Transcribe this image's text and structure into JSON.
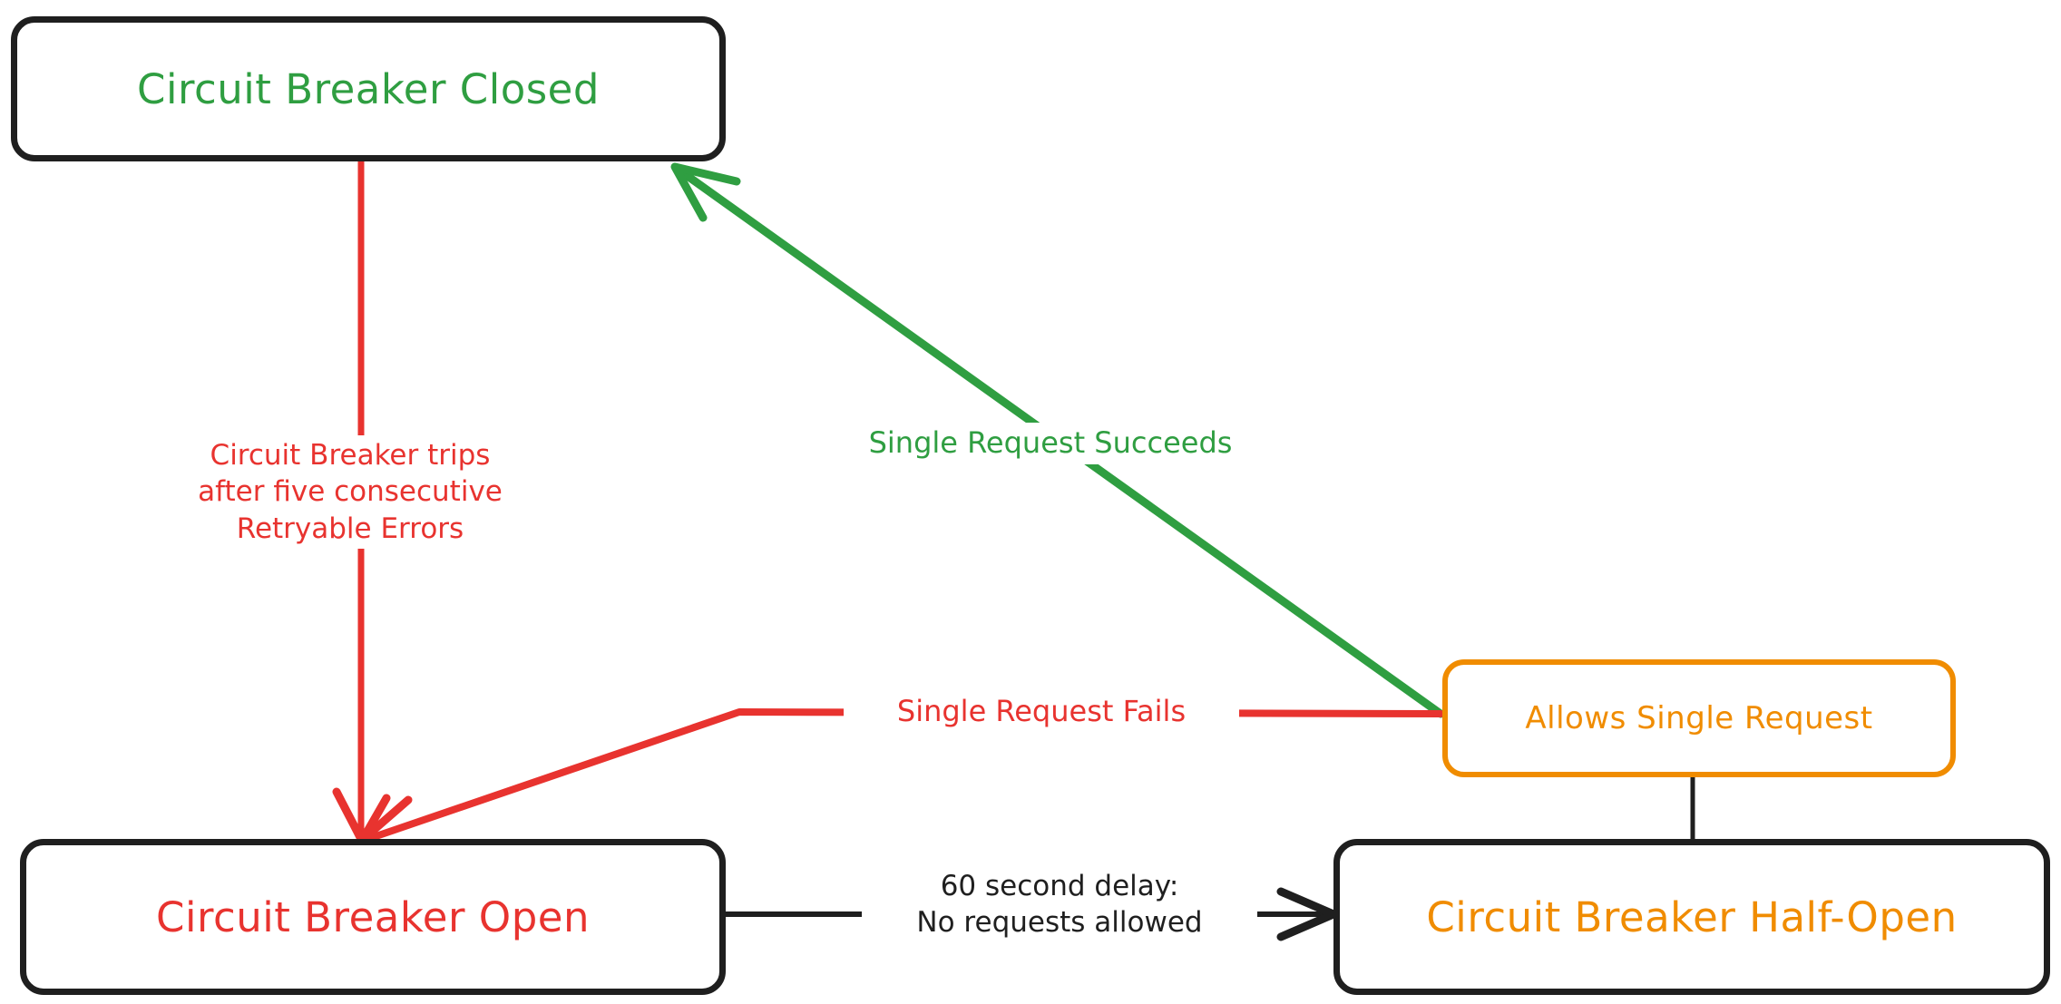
{
  "diagram": {
    "type": "state-machine",
    "title": "Circuit Breaker state transitions",
    "background_color": "#ffffff"
  },
  "colors": {
    "green": "#2f9e41",
    "red": "#e8332f",
    "orange": "#f08c00",
    "black": "#1f1f1f",
    "white": "#ffffff"
  },
  "nodes": [
    {
      "id": "closed",
      "label": "Circuit Breaker Closed",
      "text_color": "#2f9e41",
      "border_color": "#1f1f1f",
      "shape": "rounded-rectangle"
    },
    {
      "id": "open",
      "label": "Circuit Breaker Open",
      "text_color": "#e8332f",
      "border_color": "#1f1f1f",
      "shape": "rounded-rectangle"
    },
    {
      "id": "allows",
      "label": "Allows Single Request",
      "text_color": "#f08c00",
      "border_color": "#f08c00",
      "shape": "rounded-rectangle"
    },
    {
      "id": "halfopen",
      "label": "Circuit Breaker Half-Open",
      "text_color": "#f08c00",
      "border_color": "#1f1f1f",
      "shape": "rounded-rectangle"
    }
  ],
  "edges": [
    {
      "id": "closed-to-open",
      "from": "closed",
      "to": "open",
      "label": "Circuit Breaker trips\nafter five consecutive\nRetryable Errors",
      "color": "#e8332f",
      "arrowhead": true,
      "style": "straight-vertical"
    },
    {
      "id": "allows-to-closed",
      "from": "allows",
      "to": "closed",
      "label": "Single Request Succeeds",
      "color": "#2f9e41",
      "arrowhead": true,
      "style": "diagonal"
    },
    {
      "id": "allows-to-open",
      "from": "allows",
      "to": "open",
      "label": "Single Request Fails",
      "color": "#e8332f",
      "arrowhead": true,
      "style": "elbow"
    },
    {
      "id": "open-to-halfopen",
      "from": "open",
      "to": "halfopen",
      "label": "60 second delay:\nNo requests allowed",
      "color": "#1f1f1f",
      "arrowhead": true,
      "style": "straight-horizontal"
    },
    {
      "id": "allows-to-halfopen",
      "from": "allows",
      "to": "halfopen",
      "label": "",
      "color": "#1f1f1f",
      "arrowhead": false,
      "style": "straight-vertical-connector"
    }
  ]
}
